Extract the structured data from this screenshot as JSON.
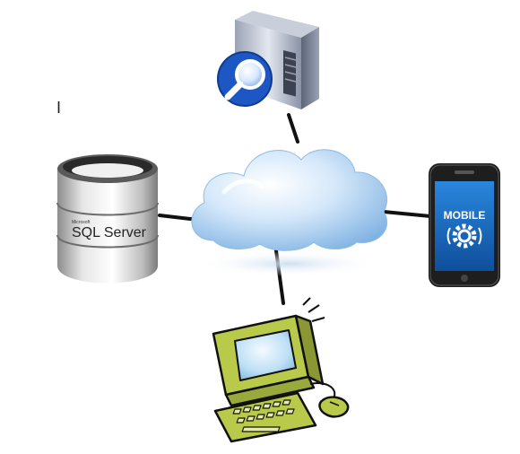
{
  "nodes": {
    "sql_server": {
      "brand": "Microsoft",
      "label": "SQL Server"
    },
    "mobile": {
      "label": "MOBILE"
    },
    "search_server": {},
    "desktop_computer": {},
    "cloud": {}
  },
  "stray_mark": "I",
  "colors": {
    "cloud_light": "#eef6fd",
    "cloud_mid": "#a9cdef",
    "cloud_dark": "#6ea7dc",
    "link": "#111111",
    "phone_body": "#1e1e1e",
    "phone_screen": "#1f73c8",
    "monitor_green": "#b9c94a",
    "magnifier_blue": "#1d57c4"
  }
}
